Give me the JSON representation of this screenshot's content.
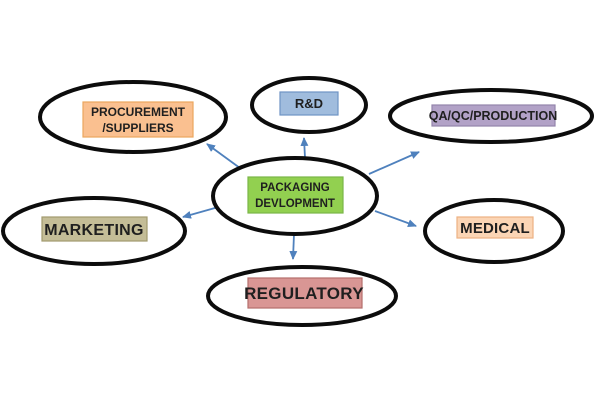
{
  "diagram": {
    "background": "#ffffff",
    "outline_color": "#0c0c0c",
    "arrow_color": "#4f81bd",
    "text_color": "#1f1f1f",
    "center": {
      "label_line1": "PACKAGING",
      "label_line2": "DEVLOPMENT",
      "box_fill": "#92d050",
      "box_border": "#7ab648"
    },
    "nodes": {
      "procurement": {
        "label_line1": "PROCUREMENT",
        "label_line2": "/SUPPLIERS",
        "box_fill": "#fac090",
        "box_border": "#eba65e"
      },
      "rd": {
        "label": "R&D",
        "box_fill": "#a0bcdd",
        "box_border": "#6f94c4"
      },
      "qa": {
        "label": "QA/QC/PRODUCTION",
        "box_fill": "#b2a2c7",
        "box_border": "#9384ab"
      },
      "marketing": {
        "label": "MARKETING",
        "box_fill": "#c4bd97",
        "box_border": "#a29a6e"
      },
      "medical": {
        "label": "MEDICAL",
        "box_fill": "#fbd5b5",
        "box_border": "#edb183"
      },
      "regulatory": {
        "label": "REGULATORY",
        "box_fill": "#d99694",
        "box_border": "#b56e6c"
      }
    }
  }
}
